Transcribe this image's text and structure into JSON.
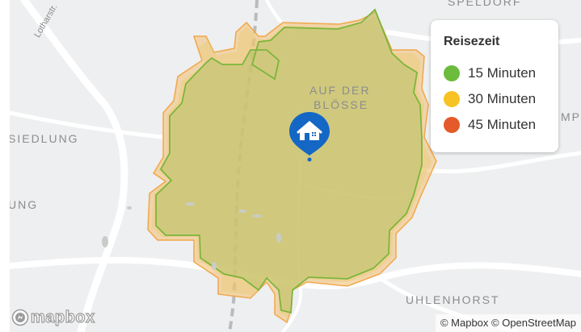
{
  "map": {
    "places": {
      "speldorf": "SPELDORF",
      "auf_der_blosse_line1": "AUF DER",
      "auf_der_blosse_line2": "BLÖSSE",
      "siedlung": "SIEDLUNG",
      "ung": "UNG",
      "uhlenhorst": "UHLENHORST",
      "mp": "MP"
    },
    "streets": {
      "lotharstrasse": "Lotharstr."
    },
    "zones": [
      {
        "minutes": 45,
        "color": "#e45a2a"
      },
      {
        "minutes": 30,
        "color": "#f5c02b"
      },
      {
        "minutes": 15,
        "color": "#7cb53c"
      }
    ],
    "marker_icon": "home-icon"
  },
  "legend": {
    "title": "Reisezeit",
    "items": [
      {
        "label": "15 Minuten",
        "color": "#6cbb3c"
      },
      {
        "label": "30 Minuten",
        "color": "#f7c324"
      },
      {
        "label": "45 Minuten",
        "color": "#e45a2a"
      }
    ]
  },
  "attribution": "© Mapbox © OpenStreetMap",
  "logo": {
    "text": "mapbox",
    "icon": "mapbox-logo-icon"
  }
}
